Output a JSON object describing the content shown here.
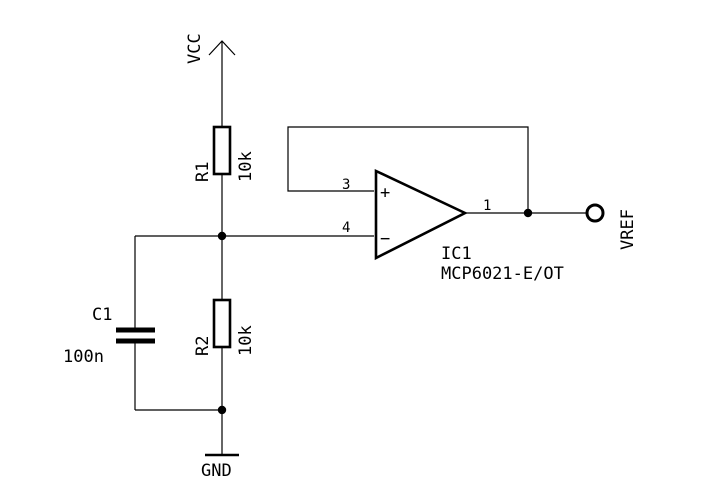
{
  "nets": {
    "vcc": "VCC",
    "gnd": "GND",
    "vref": "VREF"
  },
  "components": {
    "r1": {
      "ref": "R1",
      "value": "10k"
    },
    "r2": {
      "ref": "R2",
      "value": "10k"
    },
    "c1": {
      "ref": "C1",
      "value": "100n"
    },
    "ic1": {
      "ref": "IC1",
      "part": "MCP6021-E/OT",
      "pin_noninv": "3",
      "pin_inv": "4",
      "pin_out": "1",
      "plus_sign": "+",
      "minus_sign": "−"
    }
  },
  "colors": {
    "ink": "#000000",
    "background": "#ffffff"
  }
}
